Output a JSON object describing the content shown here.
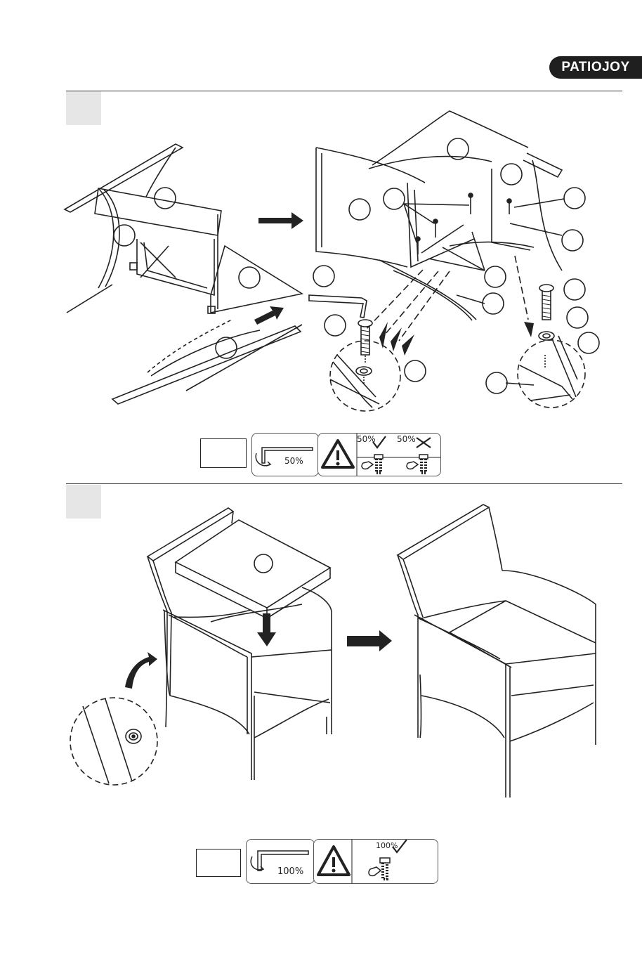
{
  "brand": {
    "logo_text": "PATIOJOY"
  },
  "step1": {
    "torque_label": "50%",
    "good_label": "50%",
    "bad_label": "50%"
  },
  "step2": {
    "torque_label": "100%",
    "good_label": "100%"
  },
  "colors": {
    "ink": "#222222",
    "panel_fill": "#e6e6e6",
    "logo_bg": "#1f1f1f"
  },
  "icons": [
    "allen-key-icon",
    "warning-triangle-icon",
    "check-icon",
    "cross-icon",
    "bolt-icon",
    "hand-icon",
    "arrow-icon"
  ]
}
